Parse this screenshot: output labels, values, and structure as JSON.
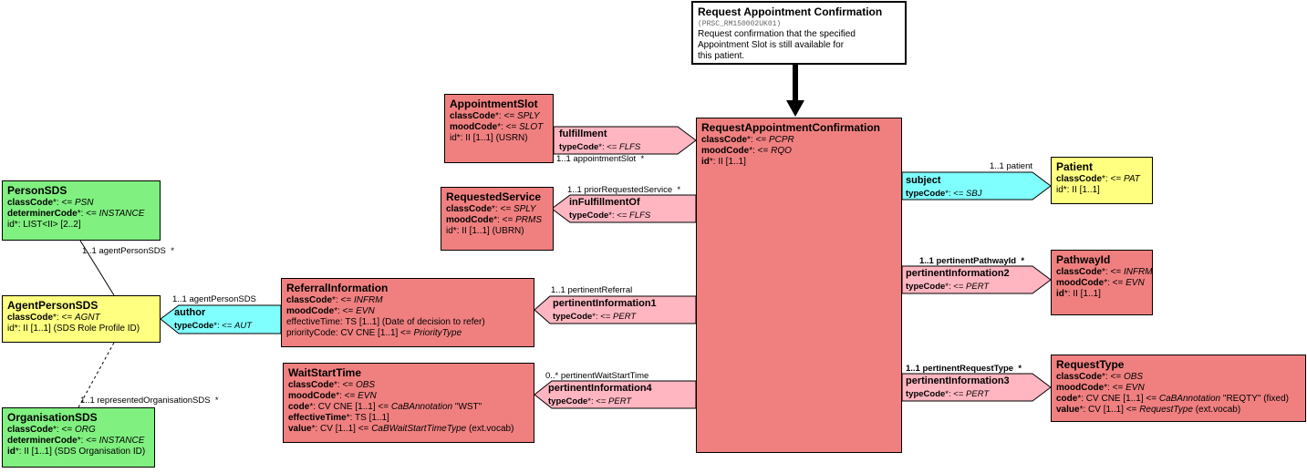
{
  "entry_point": {
    "title": "Request Appointment Confirmation",
    "code": "(PRSC_RM150002UK01)",
    "description_lines": [
      "Request confirmation that the specified",
      "Appointment Slot is still available for",
      "this patient."
    ]
  },
  "focal_class": {
    "name": "RequestAppointmentConfirmation",
    "classCode": "PCPR",
    "moodCode": "RQO",
    "id": "II [1..1]"
  },
  "appointment_slot": {
    "name": "AppointmentSlot",
    "classCode": "SPLY",
    "moodCode": "SLOT",
    "id": "II [1..1] (USRN)",
    "relationship": {
      "name": "fulfillment",
      "typeCode": "FLFS",
      "cardinality": "1..1 appointmentSlot",
      "mark": "*"
    }
  },
  "requested_service": {
    "name": "RequestedService",
    "classCode": "SPLY",
    "moodCode": "PRMS",
    "id": "II [1..1] (UBRN)",
    "relationship": {
      "name": "inFulfillmentOf",
      "typeCode": "FLFS",
      "cardinality": "1..1 priorRequestedService",
      "mark": "*"
    }
  },
  "patient": {
    "name": "Patient",
    "classCode": "PAT",
    "id": "II [1..1]",
    "relationship": {
      "name": "subject",
      "typeCode": "SBJ",
      "cardinality": "1..1 patient"
    }
  },
  "pathway_id": {
    "name": "PathwayId",
    "classCode": "INFRM",
    "moodCode": "EVN",
    "id": "II [1..1]",
    "relationship": {
      "name": "pertinentInformation2",
      "typeCode": "PERT",
      "cardinality": "1..1 pertinentPathwayId",
      "mark": "*"
    }
  },
  "request_type": {
    "name": "RequestType",
    "classCode": "OBS",
    "moodCode": "EVN",
    "code": "CV CNE [1..1] <= ",
    "code_vocab": "CaBAnnotation",
    "code_suffix": " \"REQTY\" (fixed)",
    "value": "CV [1..1] <= ",
    "value_vocab": "RequestType",
    "value_suffix": " (ext.vocab)",
    "relationship": {
      "name": "pertinentInformation3",
      "typeCode": "PERT",
      "cardinality": "1..1 pertinentRequestType",
      "mark": "*"
    }
  },
  "referral_information": {
    "name": "ReferralInformation",
    "classCode": "INFRM",
    "moodCode": "EVN",
    "effectiveTime": "TS [1..1] (Date of decision to refer)",
    "priorityCode": "CV CNE [1..1] <= ",
    "priorityCode_vocab": "PriorityType",
    "relationship": {
      "name": "pertinentInformation1",
      "typeCode": "PERT",
      "cardinality": "1..1 pertinentReferral"
    }
  },
  "wait_start_time": {
    "name": "WaitStartTime",
    "classCode": "OBS",
    "moodCode": "EVN",
    "code": "CV CNE [1..1] <= ",
    "code_vocab": "CaBAnnotation",
    "code_suffix": " \"WST\"",
    "effectiveTime": "TS [1..1]",
    "value": "CV [1..1] <= ",
    "value_vocab": "CaBWaitStartTimeType",
    "value_suffix": " (ext.vocab)",
    "relationship": {
      "name": "pertinentInformation4",
      "typeCode": "PERT",
      "cardinality": "0..* pertinentWaitStartTime"
    }
  },
  "agent_person": {
    "name": "AgentPersonSDS",
    "classCode": "AGNT",
    "id": "II [1..1] (SDS Role Profile ID)",
    "relationship": {
      "name": "author",
      "typeCode": "AUT",
      "cardinality": "1..1 agentPersonSDS"
    }
  },
  "person_sds": {
    "name": "PersonSDS",
    "classCode": "PSN",
    "determinerCode": "INSTANCE",
    "id": "LIST<II> [2..2]",
    "cardinality": "1..1 agentPersonSDS",
    "mark": "*"
  },
  "organisation_sds": {
    "name": "OrganisationSDS",
    "classCode": "ORG",
    "determinerCode": "INSTANCE",
    "id": "II [1..1] (SDS Organisation ID)",
    "cardinality": "1..1 representedOrganisationSDS",
    "mark": "*"
  },
  "labels": {
    "classCode": "classCode",
    "moodCode": "moodCode",
    "determinerCode": "determinerCode",
    "typeCode": "typeCode",
    "id": "id",
    "code": "code",
    "value": "value",
    "effectiveTime": "effectiveTime",
    "priorityCode": "priorityCode",
    "star_colon": "*: ",
    "star_colon_op": "*: <= ",
    "colon": ": ",
    "colon_op": ": <= "
  },
  "colors": {
    "act": "#f08080",
    "participation": "#ffb6c1",
    "role": "#ffff80",
    "entity": "#80f080",
    "subject": "#80ffff"
  }
}
